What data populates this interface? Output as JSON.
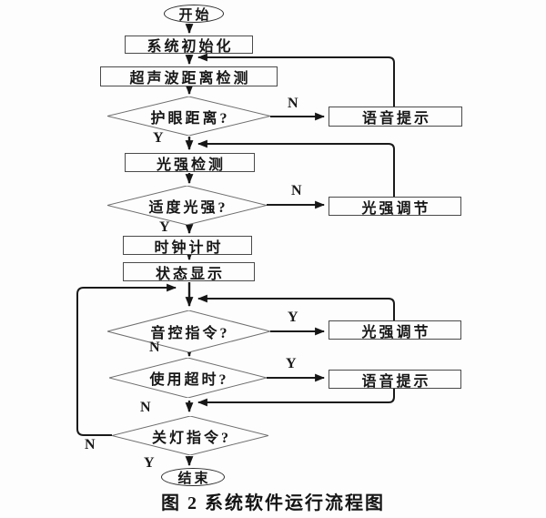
{
  "colors": {
    "background": "#fdfdfd",
    "line": "#1a1a1a",
    "box_border": "#4a4a4a",
    "diamond_border": "#6e6e6e",
    "text": "#141414"
  },
  "flowchart": {
    "nodes": {
      "start": "开始",
      "init": "系统初始化",
      "ultrasonic": "超声波距离检测",
      "eye_distance": "护眼距离?",
      "voice_prompt_1": "语音提示",
      "light_detect": "光强检测",
      "light_ok": "适度光强?",
      "light_adjust_1": "光强调节",
      "clock": "时钟计时",
      "status": "状态显示",
      "voice_cmd": "音控指令?",
      "light_adjust_2": "光强调节",
      "timeout": "使用超时?",
      "voice_prompt_2": "语音提示",
      "off_cmd": "关灯指令?",
      "end": "结束"
    },
    "edge_labels": {
      "yes": "Y",
      "no": "N"
    },
    "caption": "图 2 系统软件运行流程图"
  }
}
